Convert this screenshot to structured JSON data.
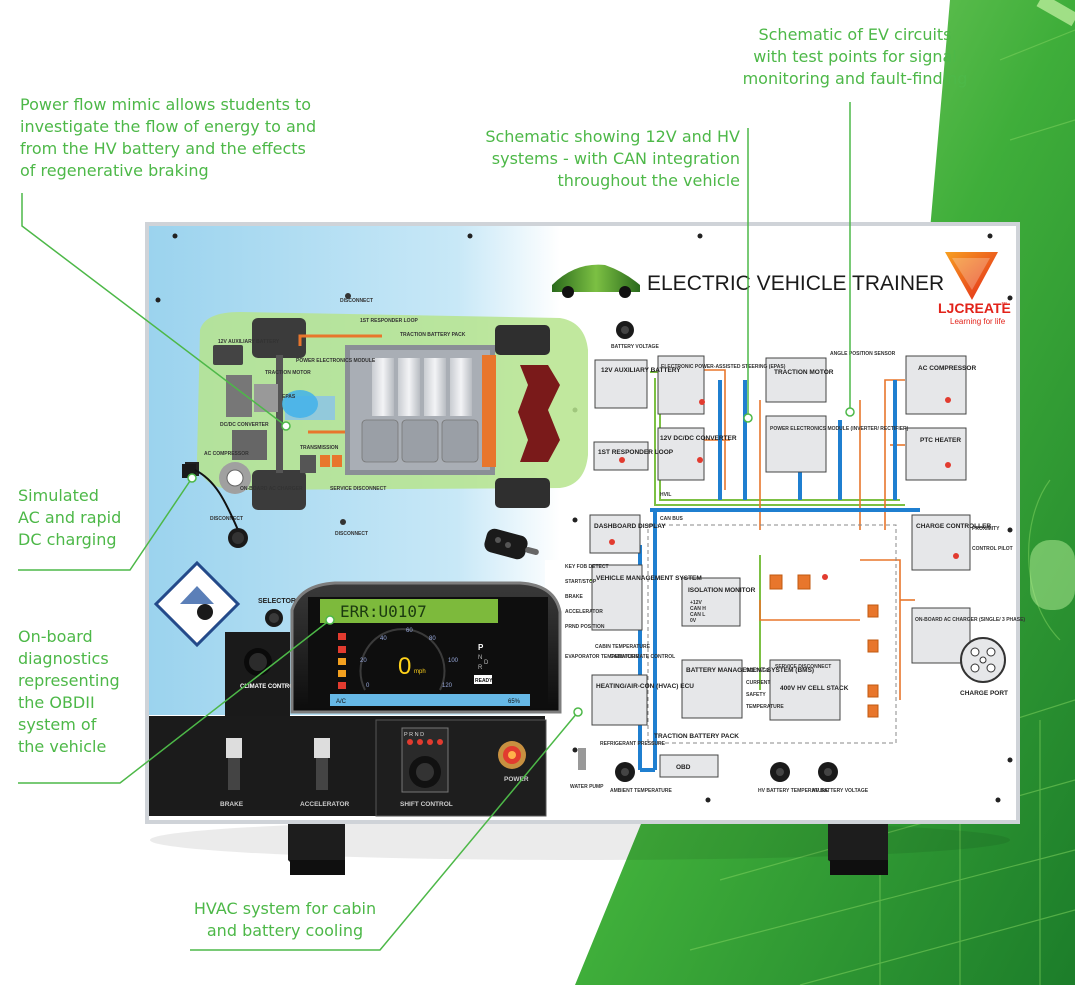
{
  "colors": {
    "accent_green": "#4db848",
    "hv_orange": "#e8762c",
    "can_blue": "#1f7fd0",
    "lcd_green": "#7dba3c",
    "panel_black": "#1a1a1a",
    "brand_red": "#e2231a"
  },
  "callouts": {
    "power_flow": "Power flow mimic allows students to\ninvestigate the flow of energy to and\nfrom the HV battery and the effects\nof regenerative braking",
    "schematic_12v_hv": "Schematic showing 12V and HV\nsystems - with CAN integration\nthroughout the vehicle",
    "schematic_ev": "Schematic of EV circuits\nwith test points for signal\nmonitoring and fault-finding",
    "charging": "Simulated\nAC and rapid\nDC charging",
    "obd": "On-board\ndiagnostics\nrepresenting\nthe OBDII\nsystem of\nthe vehicle",
    "hvac": "HVAC system for cabin\nand battery cooling"
  },
  "panel": {
    "title": "ELECTRIC VEHICLE TRAINER",
    "brand": "LJCREATE",
    "brand_tm": "™",
    "tagline": "Learning for life"
  },
  "mimic": {
    "labels": {
      "aux_battery": "12V AUXILIARY BATTERY",
      "dcdc": "DC/DC CONVERTER",
      "traction_motor": "TRACTION MOTOR",
      "power_electronics": "POWER ELECTRONICS MODULE",
      "transmission": "TRANSMISSION",
      "ac_compressor": "AC COMPRESSOR",
      "onboard_charger": "ON-BOARD AC CHARGER",
      "traction_pack": "TRACTION BATTERY PACK",
      "responder_loop": "1ST RESPONDER LOOP",
      "disconnect_top": "DISCONNECT",
      "service_disconnect": "SERVICE DISCONNECT",
      "disconnect_bottom": "DISCONNECT",
      "disconnect_left": "DISCONNECT",
      "epas": "EPAS"
    }
  },
  "controls": {
    "selector": "SELECTOR",
    "climate": "CLIMATE CONTROL",
    "brake": "BRAKE",
    "accelerator": "ACCELERATOR",
    "shift_control": "SHIFT CONTROL",
    "shift_gears": "P R N D",
    "power": "POWER"
  },
  "dashboard": {
    "error_text": "ERR:U0107",
    "speed": "0",
    "speed_unit": "mph",
    "gear_p": "P",
    "gear_n": "N",
    "gear_r": "R",
    "gear_d": "D",
    "ready": "READY",
    "ac": "A/C",
    "battery_pct": "65%",
    "dial_ticks": [
      "0",
      "20",
      "40",
      "60",
      "80",
      "100",
      "120"
    ]
  },
  "schematic": {
    "battery_voltage": "BATTERY VOLTAGE",
    "aux_battery": "12V AUXILIARY BATTERY",
    "epas": "ELECTRONIC POWER-ASSISTED STEERING (EPAS)",
    "traction_motor": "TRACTION MOTOR",
    "angle_sensor": "ANGLE POSITION SENSOR",
    "ac_compressor": "AC COMPRESSOR",
    "responder_loop": "1ST RESPONDER LOOP",
    "dcdc": "12V DC/DC CONVERTER",
    "pem": "POWER ELECTRONICS MODULE (INVERTER/ RECTIFIER)",
    "ptc_heater": "PTC HEATER",
    "hvil": "HVIL",
    "can_bus": "CAN BUS",
    "dashboard": "DASHBOARD DISPLAY",
    "charge_controller": "CHARGE CONTROLLER",
    "vms": "VEHICLE MANAGEMENT SYSTEM",
    "isolation": "ISOLATION MONITOR",
    "onboard_charger": "ON-BOARD AC CHARGER (SINGLE/ 3 PHASE)",
    "bms": "BATTERY MANAGEMENT SYSTEM (BMS)",
    "cell_stack": "400V HV CELL STACK",
    "service_disconnect": "SERVICE DISCONNECT",
    "hvac_ecu": "HEATING/AIR-CON (HVAC) ECU",
    "traction_pack": "TRACTION BATTERY PACK",
    "obd": "OBD",
    "charge_port": "CHARGE PORT",
    "water_pump": "WATER PUMP",
    "ambient_temp": "AMBIENT TEMPERATURE",
    "hv_battery_temp": "HV BATTERY TEMPERATURE",
    "hv_battery_voltage": "HV BATTERY VOLTAGE",
    "evaporator_temp": "EVAPORATOR TEMPERATURE",
    "cabin_temp": "CABIN TEMPERATURE",
    "cabin_climate": "CABIN CLIMATE CONTROL",
    "refrigerant": "REFRIGERANT PRESSURE",
    "inputs": [
      "KEY FOB DETECT",
      "START/STOP",
      "BRAKE",
      "ACCELERATOR",
      "PRND POSITION"
    ],
    "bms_signals": [
      "VOLTAGE",
      "CURRENT",
      "SAFETY",
      "TEMPERATURE"
    ],
    "can_pins": [
      "+12V",
      "CAN H",
      "CAN L",
      "0V"
    ],
    "proximity": "PROXIMITY",
    "control_pilot": "CONTROL PILOT"
  }
}
